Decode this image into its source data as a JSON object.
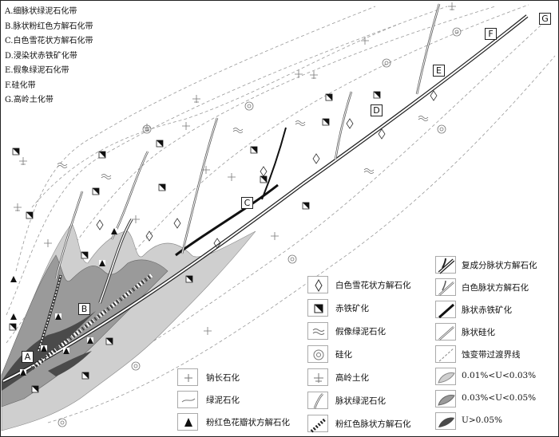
{
  "zones": [
    {
      "code": "A",
      "name": "细脉状绿泥石化带"
    },
    {
      "code": "B",
      "name": "脉状粉红色方解石化带"
    },
    {
      "code": "C",
      "name": "白色雪花状方解石化带"
    },
    {
      "code": "D",
      "name": "浸染状赤铁矿化带"
    },
    {
      "code": "E",
      "name": "假象绿泥石化带"
    },
    {
      "code": "F",
      "name": "硅化带"
    },
    {
      "code": "G",
      "name": "高岭土化带"
    }
  ],
  "zone_markers": [
    "A",
    "B",
    "C",
    "D",
    "E",
    "F",
    "G"
  ],
  "legend": {
    "col1": [
      {
        "icon": "albite-cross-icon",
        "label": "钠长石化"
      },
      {
        "icon": "chlorite-wave-icon",
        "label": "绿泥石化"
      },
      {
        "icon": "pink-calcite-triangle-icon",
        "label": "粉红色花瓣状方解石化"
      }
    ],
    "col2": [
      {
        "icon": "diamond-icon",
        "label": "白色雪花状方解石化"
      },
      {
        "icon": "hematite-square-icon",
        "label": "赤铁矿化"
      },
      {
        "icon": "pseudo-chlorite-icon",
        "label": "假像绿泥石化"
      },
      {
        "icon": "silica-circle-icon",
        "label": "硅化"
      },
      {
        "icon": "kaolin-cross-icon",
        "label": "高岭土化"
      },
      {
        "icon": "chlorite-vein-icon",
        "label": "脉状绿泥石化"
      },
      {
        "icon": "pink-calcite-vein-icon",
        "label": "粉红色脉状方解石化"
      }
    ],
    "col3": [
      {
        "icon": "composite-vein-icon",
        "label": "复成分脉状方解石化"
      },
      {
        "icon": "white-vein-icon",
        "label": "白色脉状方解石化"
      },
      {
        "icon": "hematite-vein-icon",
        "label": "脉状赤铁矿化"
      },
      {
        "icon": "silica-vein-icon",
        "label": "脉状硅化"
      },
      {
        "icon": "dashed-line-icon",
        "label": "蚀变带过渡界线"
      },
      {
        "icon": "light-gray-icon",
        "label": "0.01%<U<0.03%"
      },
      {
        "icon": "mid-gray-icon",
        "label": "0.03%<U<0.05%"
      },
      {
        "icon": "dark-gray-icon",
        "label": "U>0.05%"
      }
    ]
  },
  "colors": {
    "grade_low": "#cfcfcf",
    "grade_mid": "#9a9a9a",
    "grade_high": "#4a4a4a",
    "line": "#222222"
  }
}
